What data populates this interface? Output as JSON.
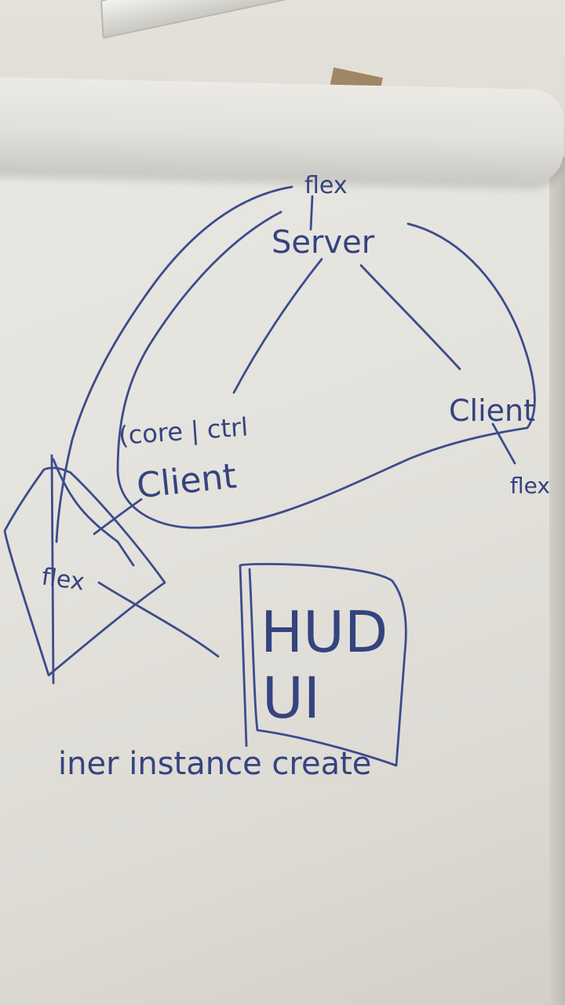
{
  "whiteboard": {
    "labels": {
      "flex_top": "flex",
      "server": "Server",
      "core_ctrl": "(core | ctrl",
      "client_left": "Client",
      "client_right": "Client",
      "flex_right": "flex",
      "flex_left": "flex",
      "hud": "HUD",
      "ui": "UI",
      "caption": "iner instance create"
    },
    "ink_color": "#3c4c8c"
  }
}
